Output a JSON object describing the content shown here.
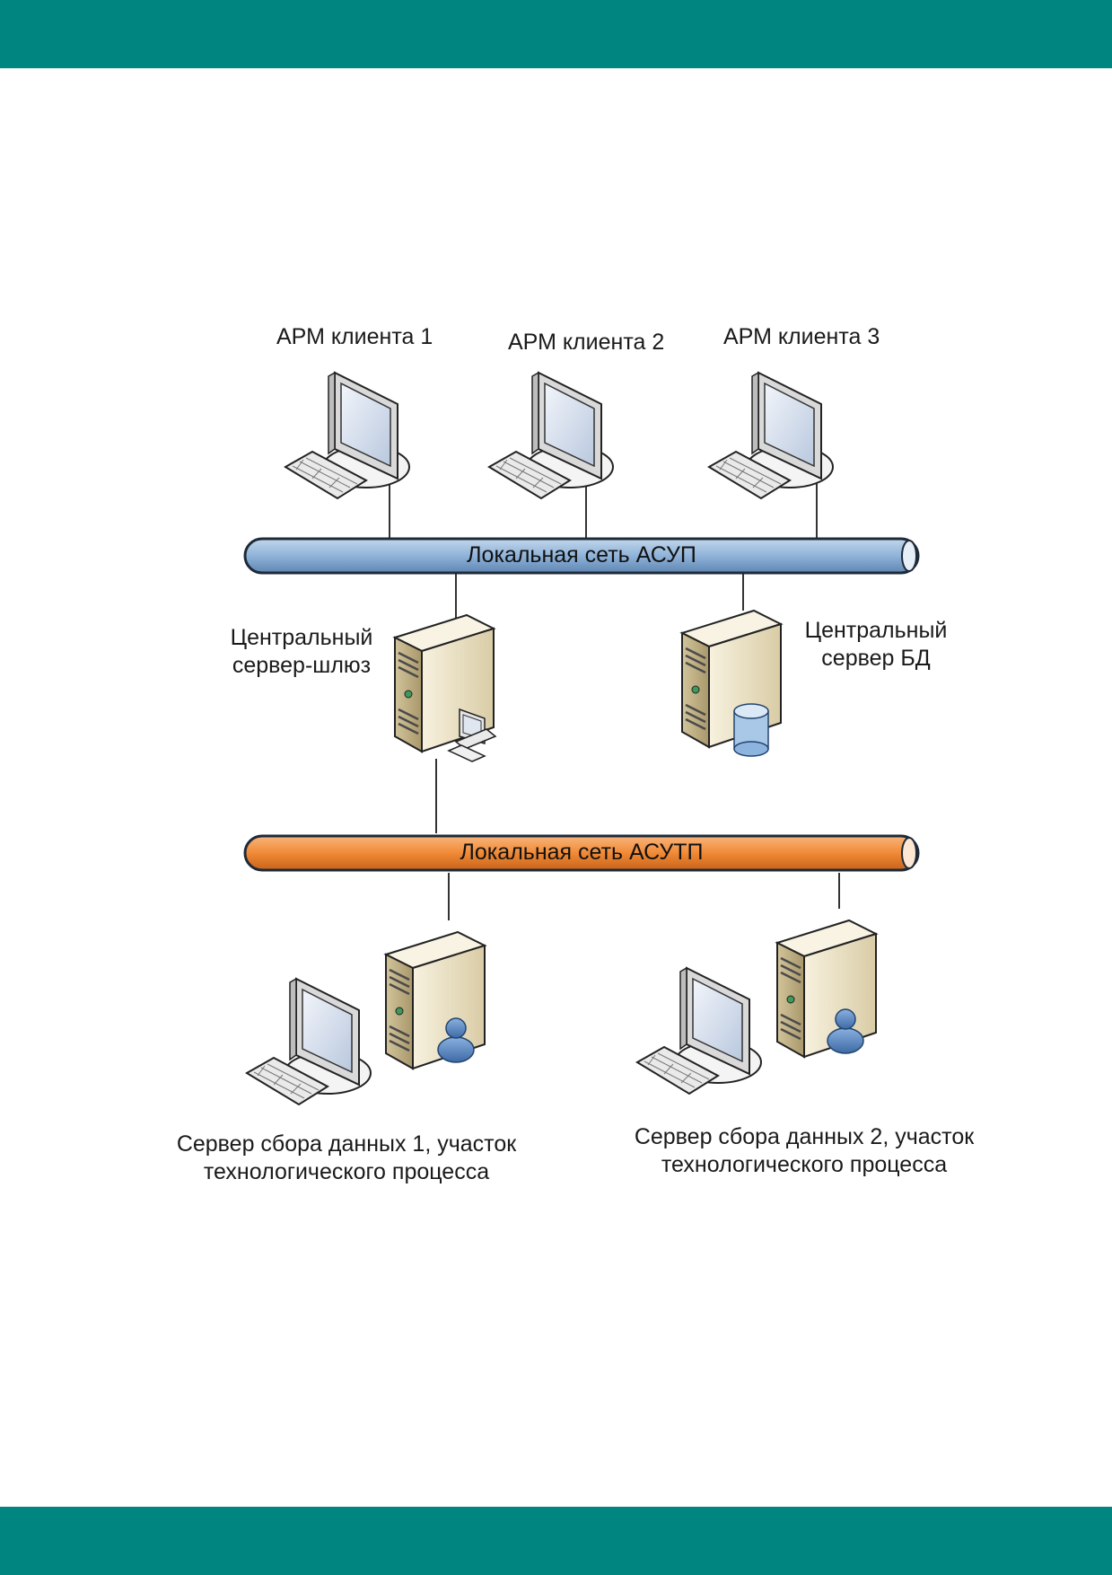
{
  "colors": {
    "band": "#008580",
    "asup_pipe": "#8fb3d9",
    "asutp_pipe": "#f08a36",
    "server_body": "#eee4c8",
    "monitor_screen": "#dde6f2"
  },
  "networks": {
    "asup": {
      "label": "Локальная сеть АСУП"
    },
    "asutp": {
      "label": "Локальная сеть АСУТП"
    }
  },
  "clients": [
    {
      "label": "АРМ клиента 1",
      "icon": "workstation-icon"
    },
    {
      "label": "АРМ клиента 2",
      "icon": "workstation-icon"
    },
    {
      "label": "АРМ клиента 3",
      "icon": "workstation-icon"
    }
  ],
  "gateway": {
    "label_line1": "Центральный",
    "label_line2": "сервер-шлюз",
    "icon": "gateway-server-icon"
  },
  "db_server": {
    "label_line1": "Центральный",
    "label_line2": "сервер БД",
    "icon": "database-server-icon"
  },
  "collectors": [
    {
      "label_line1": "Сервер сбора данных 1, участок",
      "label_line2": "технологического процесса",
      "icon": "data-server-icon"
    },
    {
      "label_line1": "Сервер сбора данных 2, участок",
      "label_line2": "технологического процесса",
      "icon": "data-server-icon"
    }
  ]
}
